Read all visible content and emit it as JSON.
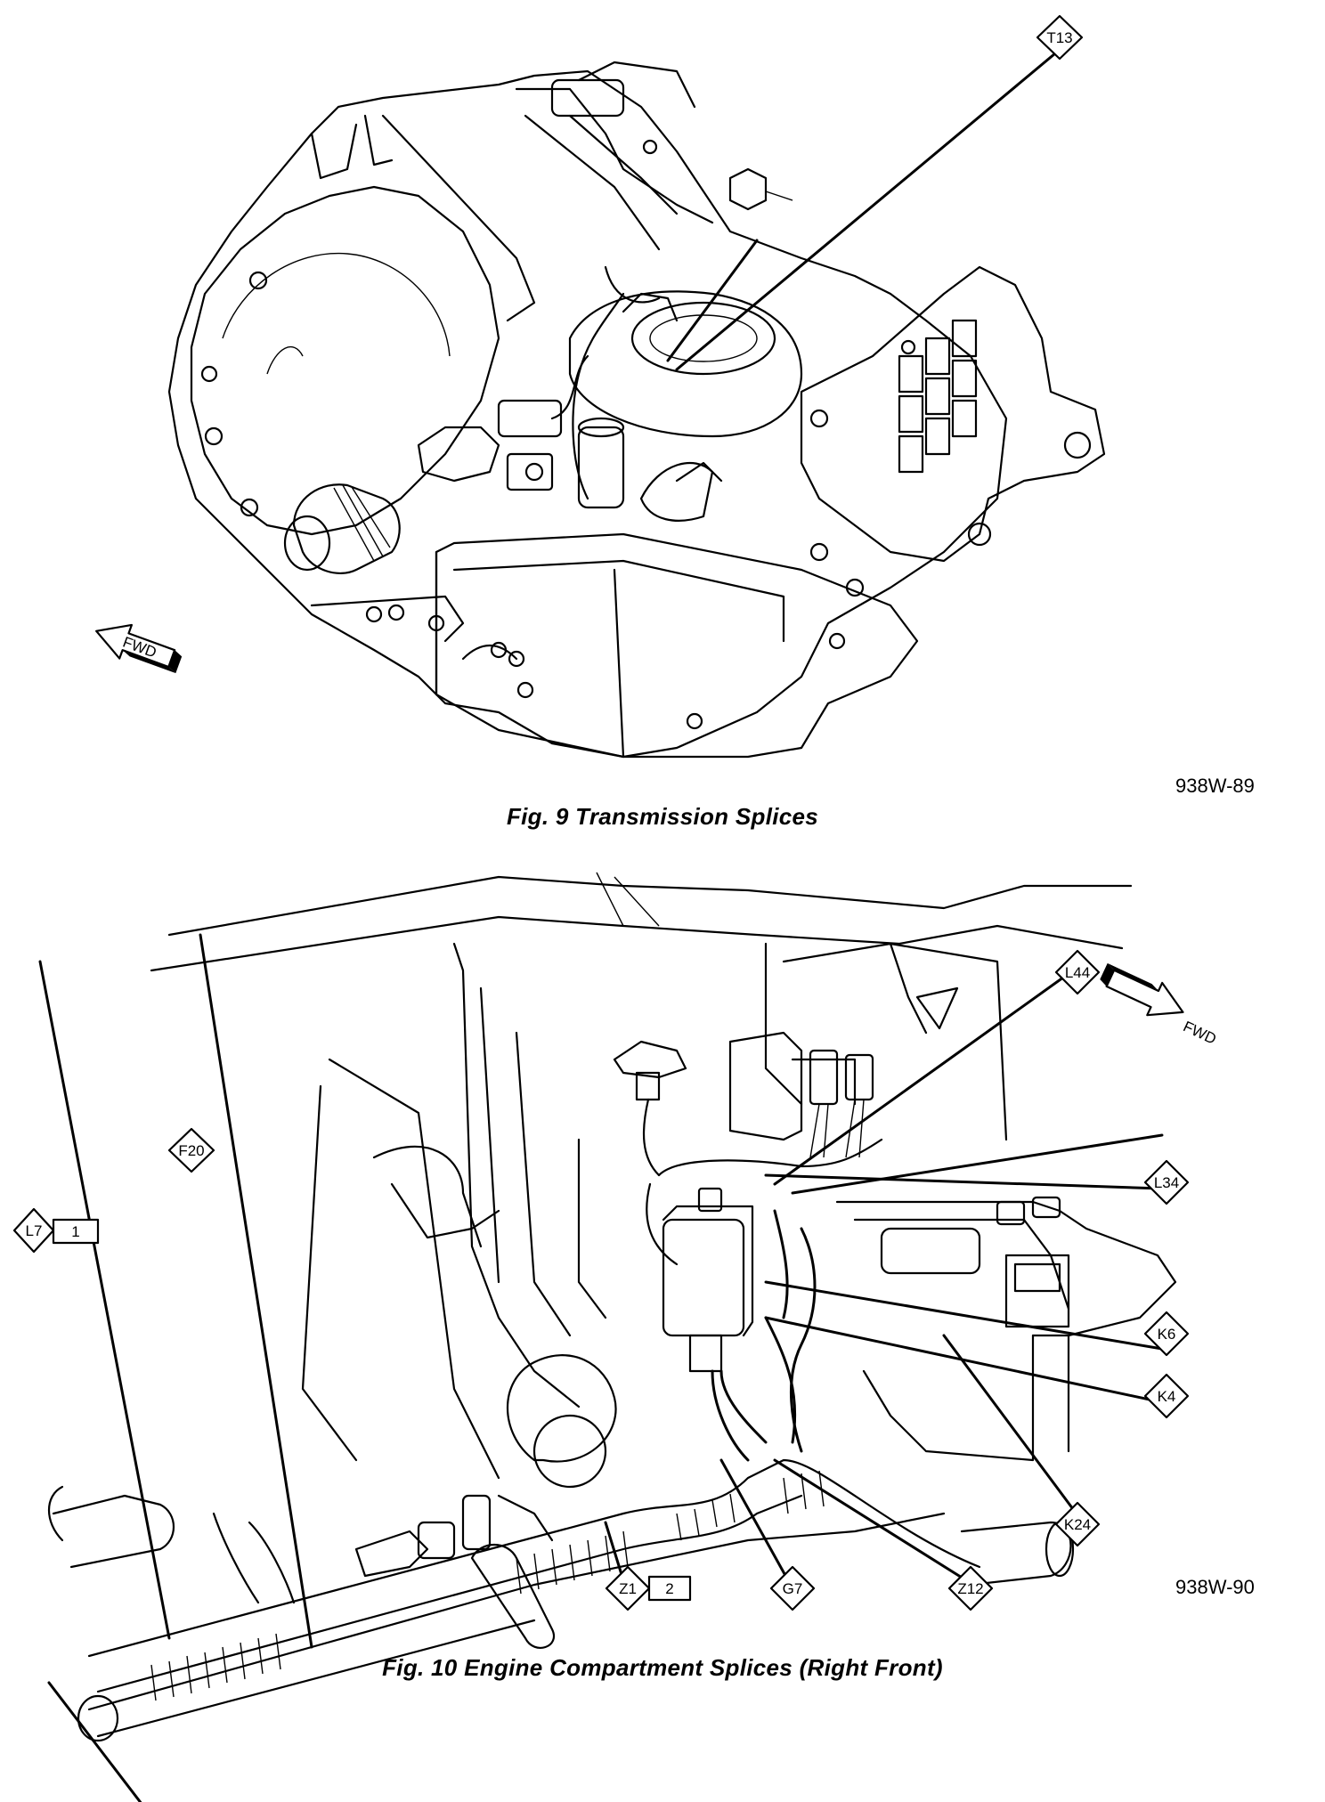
{
  "figure9": {
    "caption": "Fig. 9 Transmission Splices",
    "part_number": "938W-89",
    "direction_arrow": "FWD",
    "callouts": [
      "T13"
    ]
  },
  "figure10": {
    "caption": "Fig. 10 Engine Compartment Splices (Right Front)",
    "part_number": "938W-90",
    "direction_arrow": "FWD",
    "callouts": {
      "l7": "L7",
      "l7_index": "1",
      "f20": "F20",
      "l44": "L44",
      "l34": "L34",
      "k6": "K6",
      "k4": "K4",
      "k24": "K24",
      "z12": "Z12",
      "g7": "G7",
      "z1": "Z1",
      "z1_index": "2"
    }
  }
}
